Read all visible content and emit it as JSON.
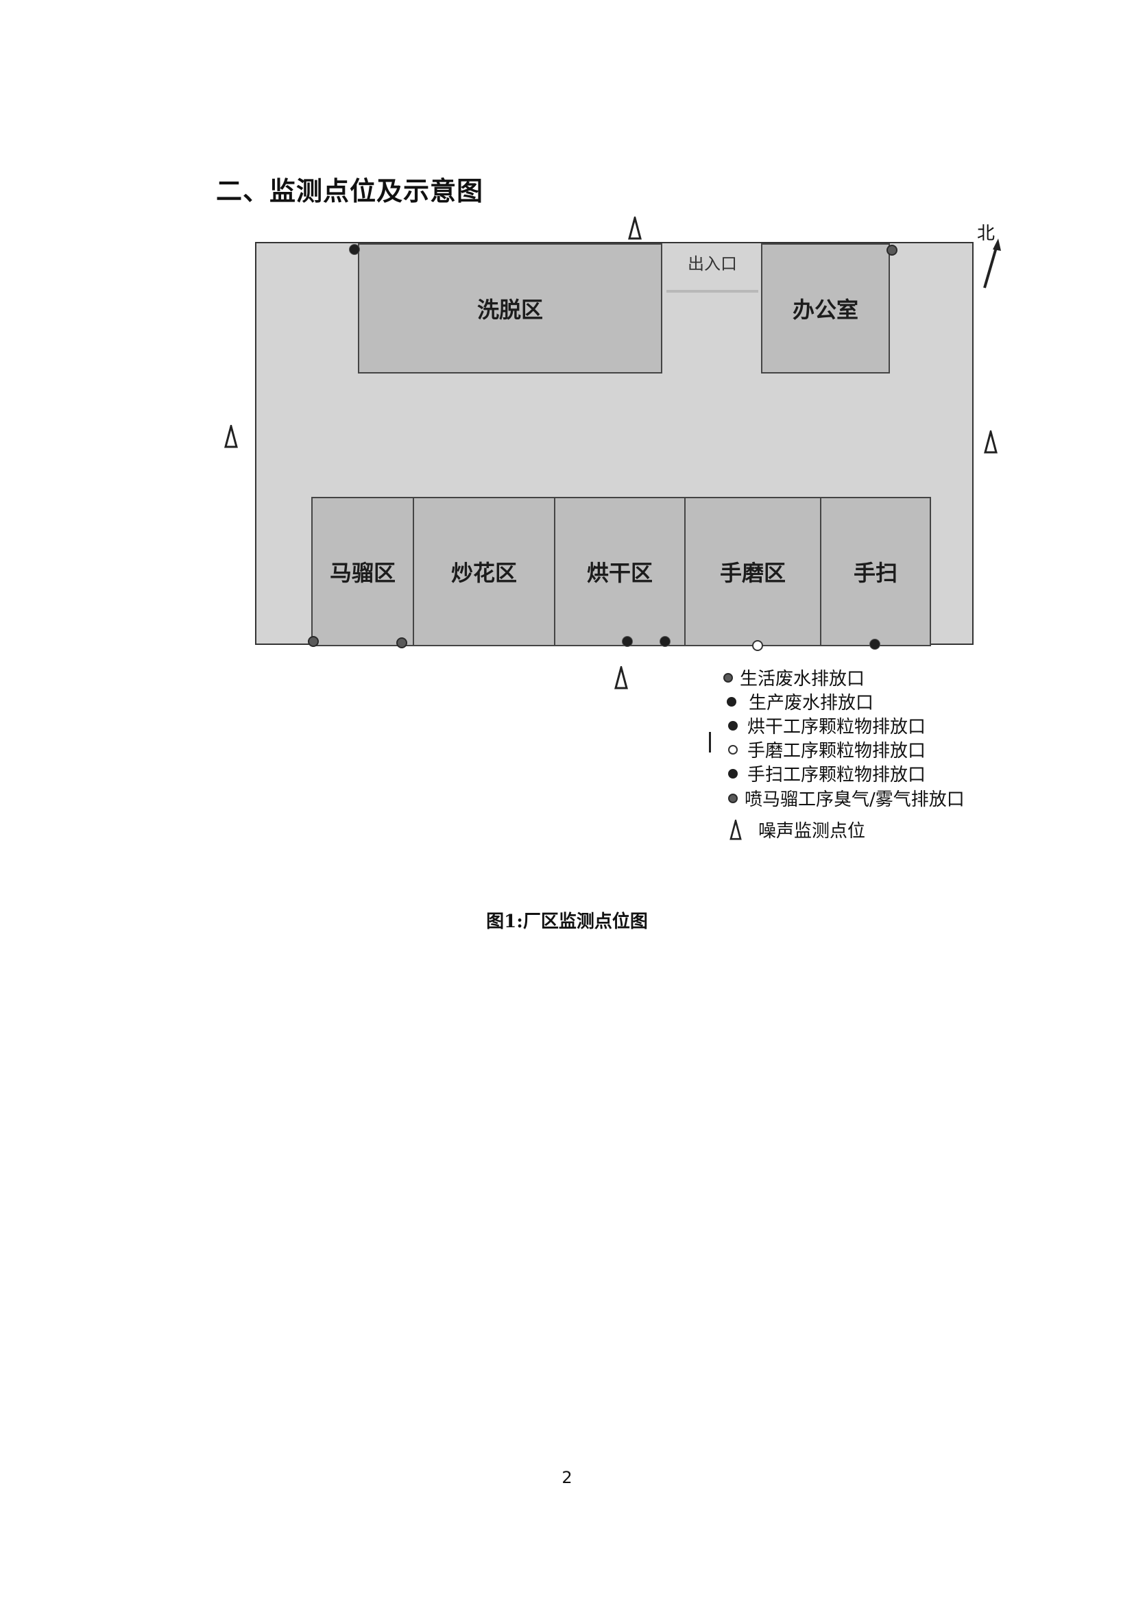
{
  "heading": "二、监测点位及示意图",
  "north_label": "北",
  "zones": {
    "xituo": "洗脱区",
    "entrance": "出入口",
    "office": "办公室",
    "maliu": "马骝区",
    "chaohua": "炒花区",
    "honggan": "烘干区",
    "shoumo": "手磨区",
    "shousao": "手扫"
  },
  "legend": {
    "domestic_wastewater": "生活废水排放口",
    "production_wastewater": "生产废水排放口",
    "drying_particulate": "烘干工序颗粒物排放口",
    "grinding_particulate": "手磨工序颗粒物排放口",
    "sweeping_particulate": "手扫工序颗粒物排放口",
    "spray_odor": "喷马骝工序臭气/雾气排放口",
    "noise_point": "噪声监测点位"
  },
  "caption": "图1:厂区监测点位图",
  "page_number": "2"
}
